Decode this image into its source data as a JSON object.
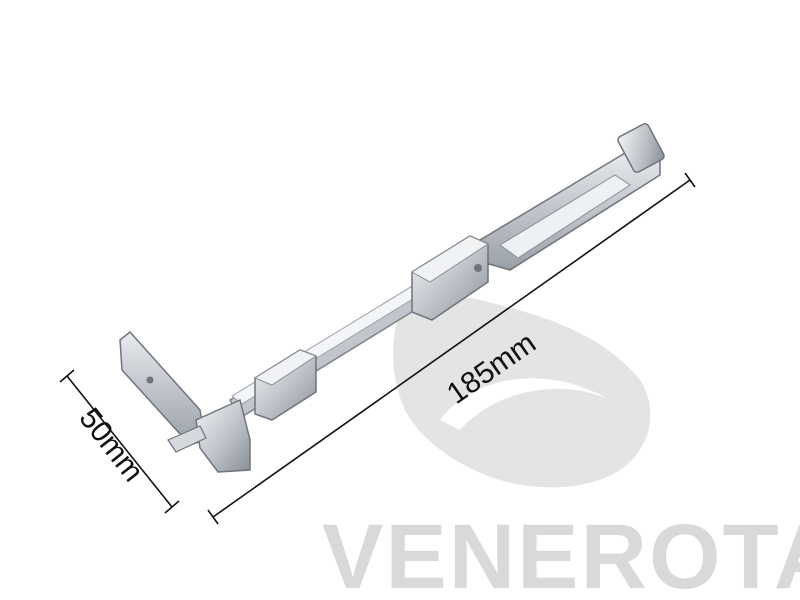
{
  "dimensions": {
    "length_label": "185mm",
    "width_label": "50mm"
  },
  "watermark": {
    "brand": "VENEROTA",
    "color": "#d9d9d9"
  },
  "colors": {
    "metal_light": "#e6e8ec",
    "metal_mid": "#b9bdc4",
    "metal_dark": "#7d828a",
    "line": "#111111"
  }
}
